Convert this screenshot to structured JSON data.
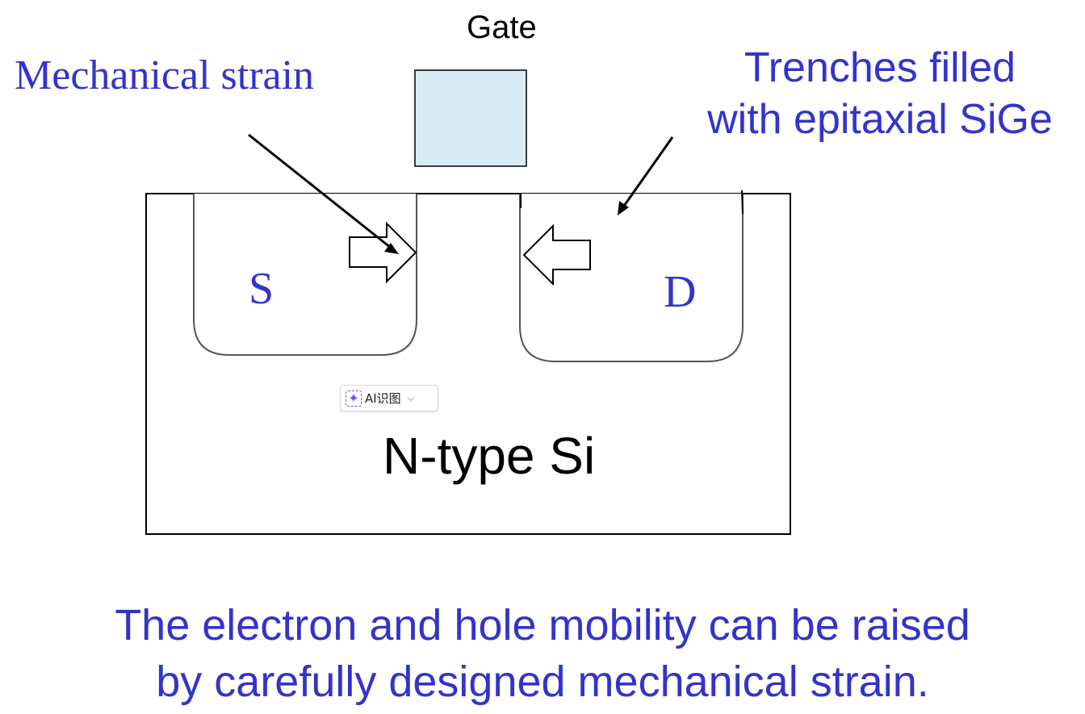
{
  "labels": {
    "gate": "Gate",
    "mechanical_strain": "Mechanical strain",
    "trenches_line1": "Trenches filled",
    "trenches_line2": "with epitaxial SiGe",
    "source": "S",
    "drain": "D",
    "substrate": "N-type Si"
  },
  "caption": {
    "line1": "The electron and hole mobility can be raised",
    "line2": "by carefully designed mechanical strain."
  },
  "ai_chip": {
    "label": "AI识图",
    "icon": "sparkle-scan-icon",
    "chevron": "chevron-down-icon"
  },
  "colors": {
    "text_blue": "#3333cc",
    "gate_fill": "#d9ecf6",
    "line": "#000000",
    "well_stroke": "#555555"
  }
}
